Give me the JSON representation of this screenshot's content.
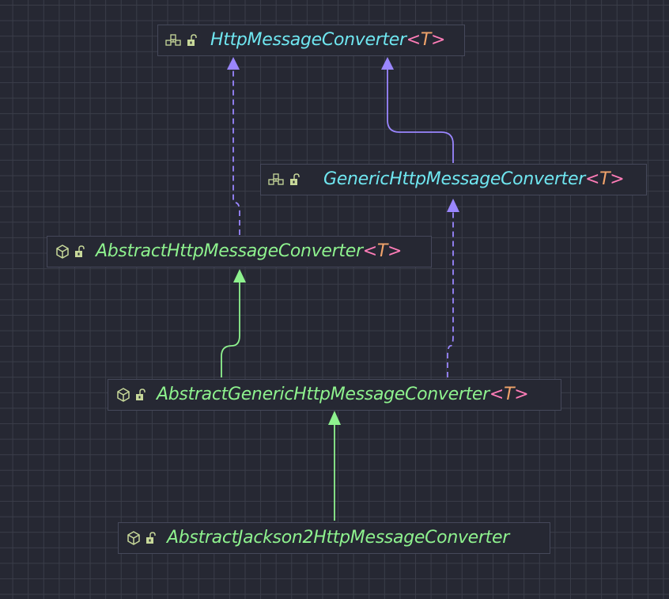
{
  "diagram": {
    "nodes": [
      {
        "id": "http-message-converter",
        "name": "HttpMessageConverter",
        "type_param": "T",
        "kind": "interface"
      },
      {
        "id": "generic-http-message-converter",
        "name": "GenericHttpMessageConverter",
        "type_param": "T",
        "kind": "interface"
      },
      {
        "id": "abstract-http-message-converter",
        "name": "AbstractHttpMessageConverter",
        "type_param": "T",
        "kind": "abstract-class"
      },
      {
        "id": "abstract-generic-http-message-converter",
        "name": "AbstractGenericHttpMessageConverter",
        "type_param": "T",
        "kind": "abstract-class"
      },
      {
        "id": "abstract-jackson2-http-message-converter",
        "name": "AbstractJackson2HttpMessageConverter",
        "type_param": "",
        "kind": "abstract-class"
      }
    ],
    "edges": [
      {
        "from": "abstract-http-message-converter",
        "to": "http-message-converter",
        "relation": "implements"
      },
      {
        "from": "generic-http-message-converter",
        "to": "http-message-converter",
        "relation": "extends"
      },
      {
        "from": "abstract-generic-http-message-converter",
        "to": "abstract-http-message-converter",
        "relation": "extends"
      },
      {
        "from": "abstract-generic-http-message-converter",
        "to": "generic-http-message-converter",
        "relation": "implements"
      },
      {
        "from": "abstract-jackson2-http-message-converter",
        "to": "abstract-generic-http-message-converter",
        "relation": "extends"
      }
    ],
    "colors": {
      "background": "#262833",
      "grid": "#3a3d49",
      "interface_name": "#6fe6f0",
      "class_name": "#8ef28e",
      "generic_brackets": "#ff7db8",
      "type_param": "#f0a36b",
      "implements_edge": "#9a86ff",
      "extends_interface_edge": "#9a86ff",
      "extends_class_edge": "#8ef28e",
      "icon": "#c8d99a"
    },
    "icons": {
      "interface": "interface-icon",
      "abstract-class": "abstract-class-icon",
      "visibility": "public-lock-icon"
    }
  }
}
